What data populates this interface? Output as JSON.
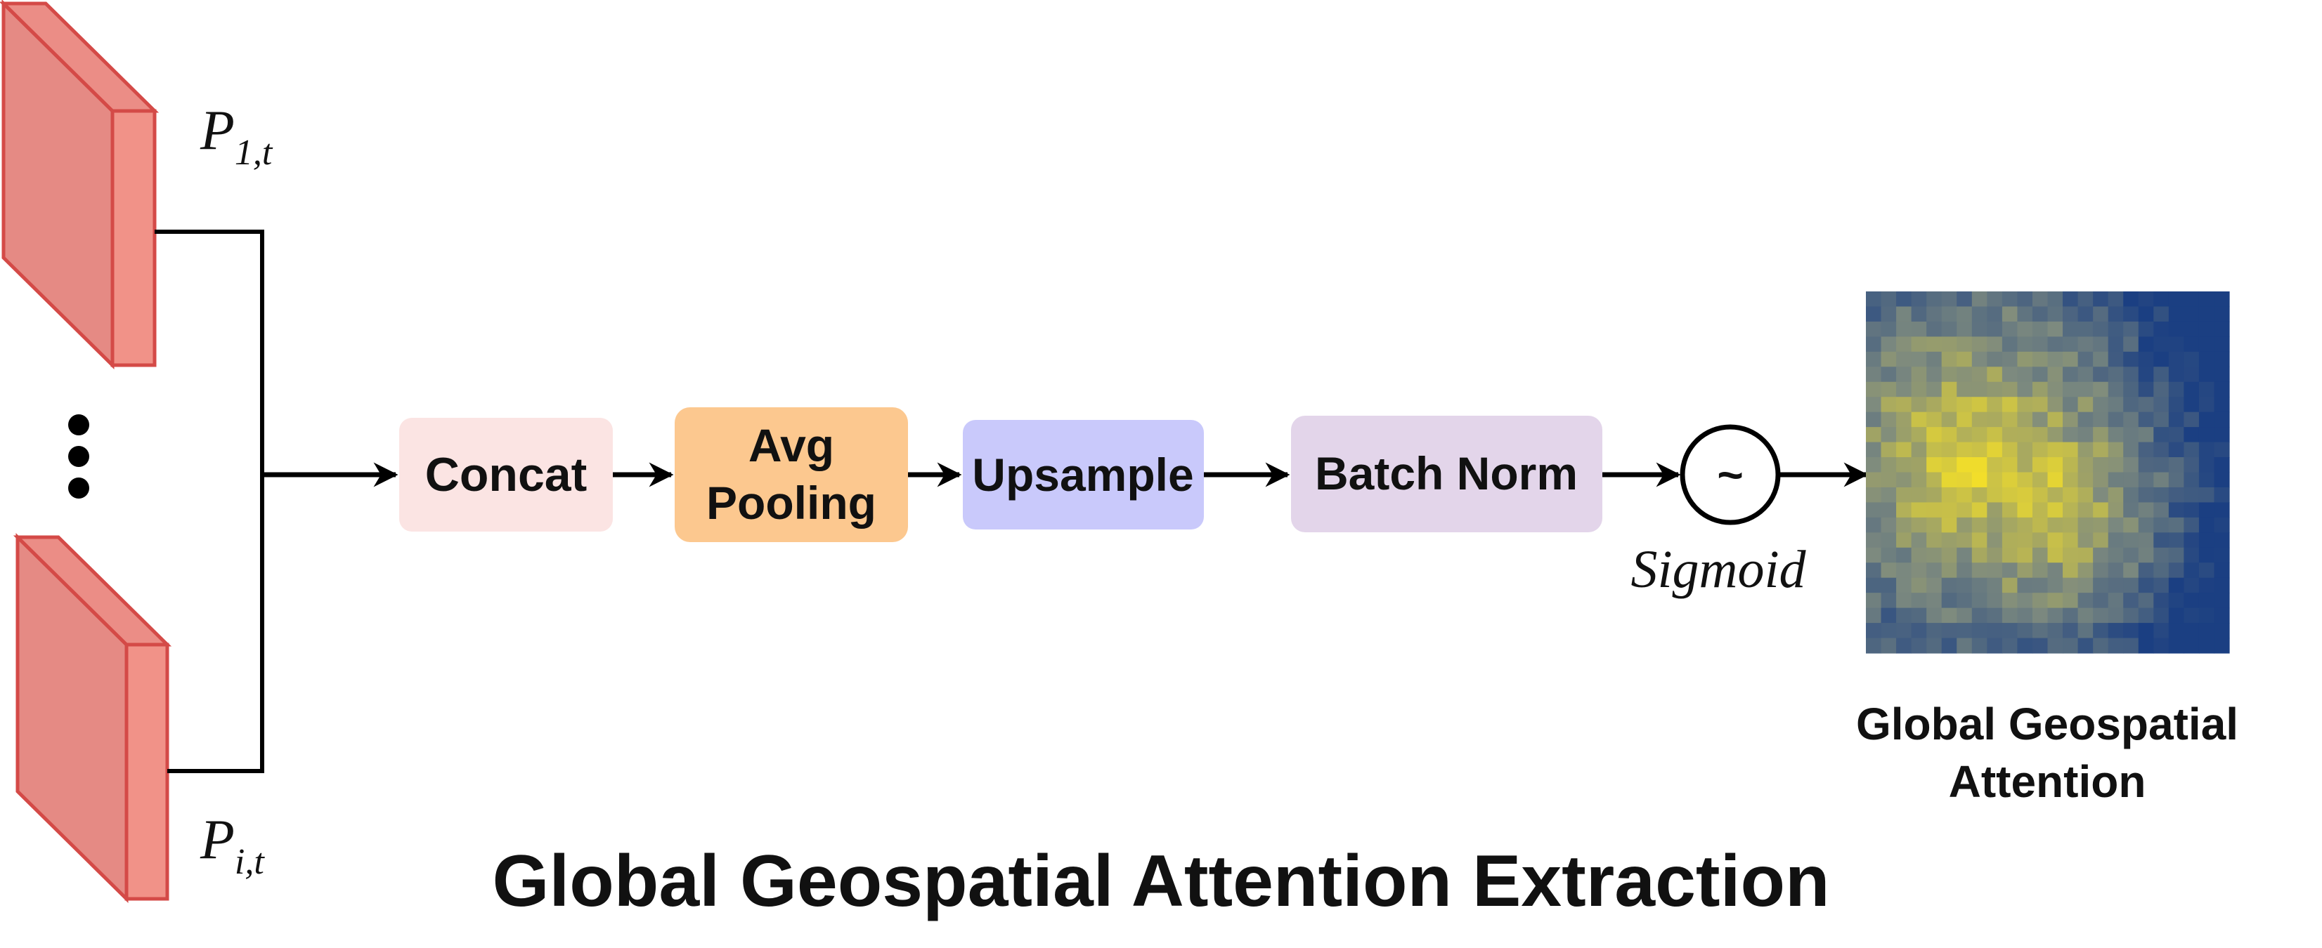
{
  "inputs": {
    "top_label_base": "P",
    "top_label_sub": "1,t",
    "bottom_label_base": "P",
    "bottom_label_sub": "i,t"
  },
  "blocks": {
    "concat": "Concat",
    "avg_pool_line1": "Avg",
    "avg_pool_line2": "Pooling",
    "upsample": "Upsample",
    "batch_norm": "Batch Norm",
    "sigmoid_symbol": "~",
    "sigmoid_label": "Sigmoid"
  },
  "output": {
    "label_line1": "Global Geospatial",
    "label_line2": "Attention"
  },
  "title": "Global Geospatial Attention Extraction",
  "colors": {
    "feature_front": "#e58a84",
    "feature_side": "#f19288",
    "feature_stroke": "#d44a47",
    "concat": "#fbe4e3",
    "avg_pool": "#fcc88f",
    "upsample": "#c9c9fb",
    "batch_norm": "#e3d5ea",
    "heatmap_low": "#1b3f82",
    "heatmap_mid": "#7d8a7f",
    "heatmap_high": "#f2de2a"
  }
}
